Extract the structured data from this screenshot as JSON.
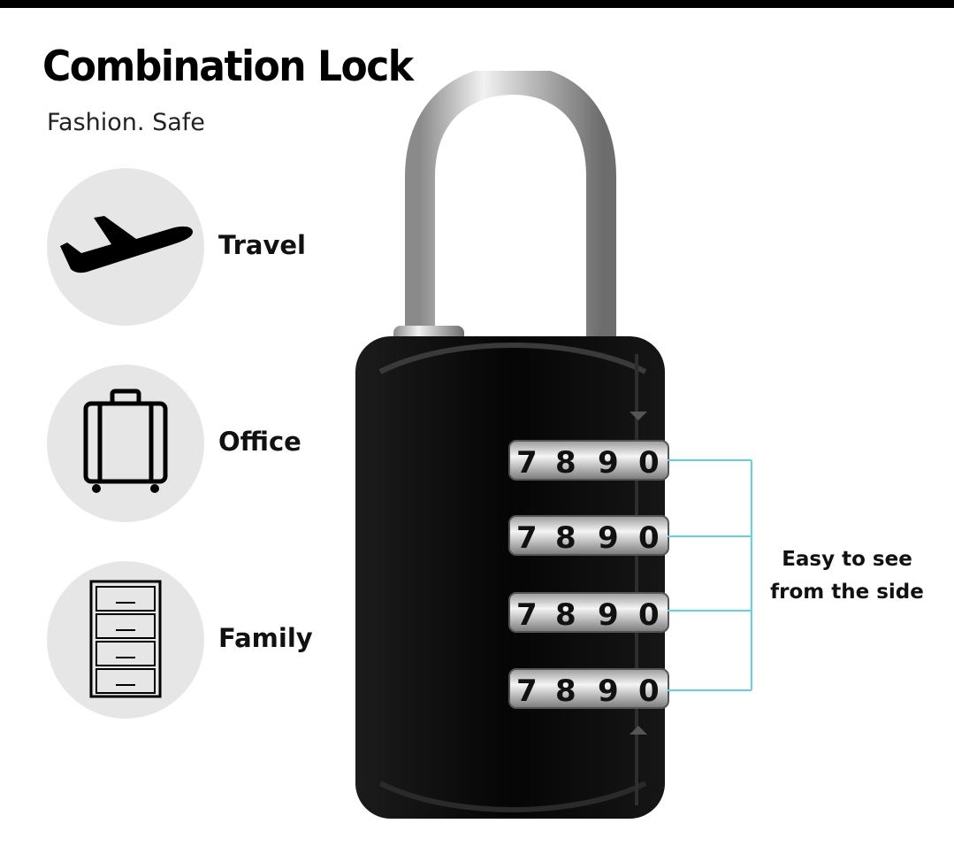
{
  "header": {
    "title": "Combination Lock",
    "subtitle": "Fashion. Safe"
  },
  "features": [
    {
      "label": "Travel",
      "icon": "airplane-icon"
    },
    {
      "label": "Office",
      "icon": "suitcase-icon"
    },
    {
      "label": "Family",
      "icon": "filing-cabinet-icon"
    }
  ],
  "lock": {
    "color": "#0d0d0d",
    "shackle_color": "#c8c8c8",
    "dial_digits": [
      "7",
      "8",
      "9",
      "0"
    ],
    "dial_count": 4
  },
  "callout": {
    "line1": "Easy to see",
    "line2": "from the side",
    "bracket_color": "#5fd3e0"
  }
}
